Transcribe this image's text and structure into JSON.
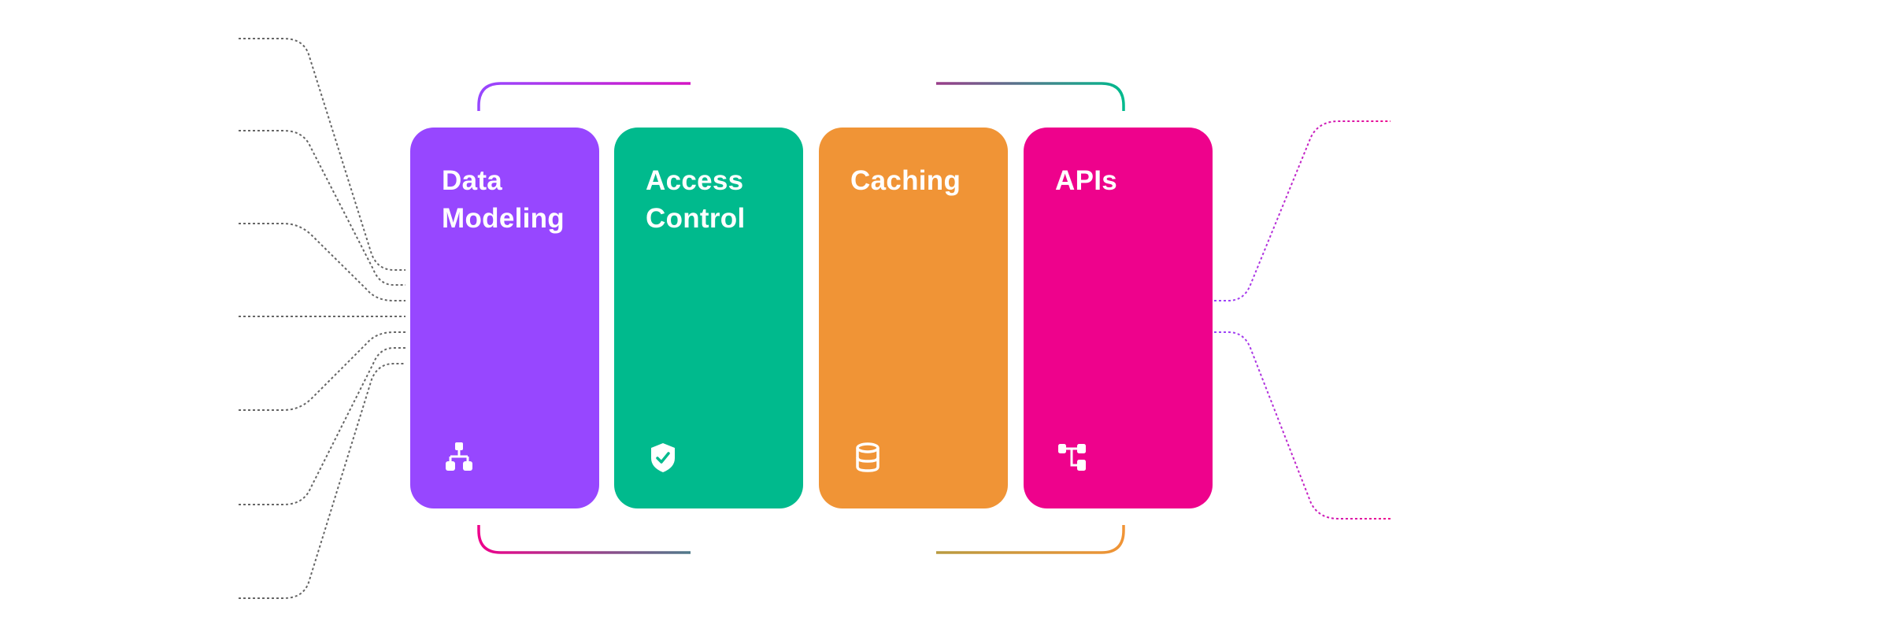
{
  "cards": [
    {
      "title": "Data\nModeling",
      "icon": "hierarchy-icon",
      "color": "#9747FF"
    },
    {
      "title": "Access\nControl",
      "icon": "shield-check-icon",
      "color": "#00BA8D"
    },
    {
      "title": "Caching",
      "icon": "database-icon",
      "color": "#F09436"
    },
    {
      "title": "APIs",
      "icon": "workflow-icon",
      "color": "#EE028C"
    }
  ],
  "colors": {
    "left_connectors": "#666666",
    "right_connectors_start": "#9747FF",
    "right_connectors_end": "#EE028C"
  }
}
